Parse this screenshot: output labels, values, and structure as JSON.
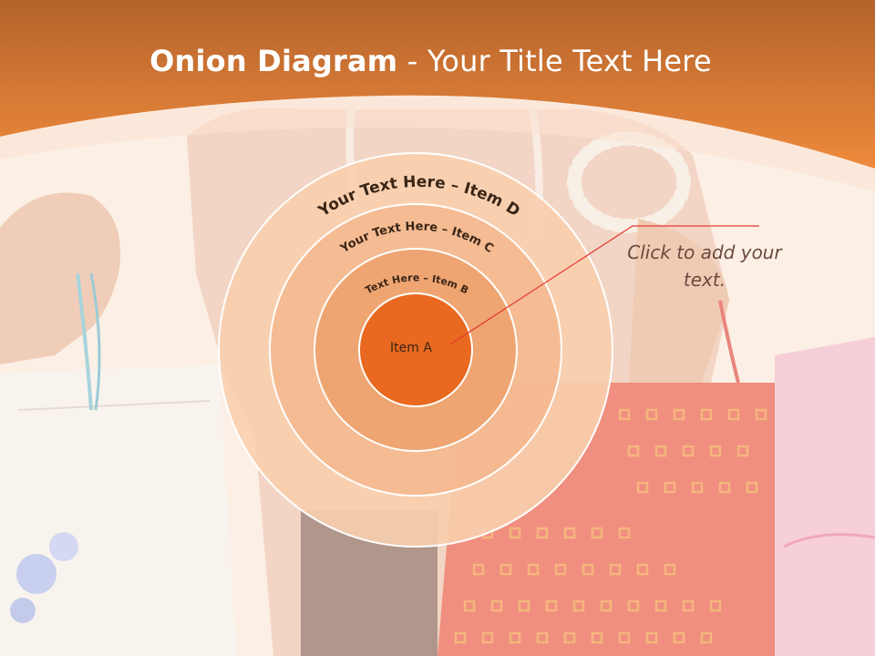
{
  "title": {
    "bold": "Onion Diagram",
    "rest": " - Your Title Text Here"
  },
  "diagram": {
    "center_label": "Item A",
    "ring_labels": {
      "b": "Text Here – Item B",
      "c": "Your Text Here – Item C",
      "d": "Your Text Here – Item D"
    },
    "callout": "Click  to add your text."
  },
  "colors": {
    "header": "#e5772e",
    "ring_d": "#f8cfae",
    "ring_c": "#f4b88f",
    "ring_b": "#efa571",
    "core": "#e8691f",
    "callout_line": "#e53935",
    "label_text": "#3a2516"
  }
}
